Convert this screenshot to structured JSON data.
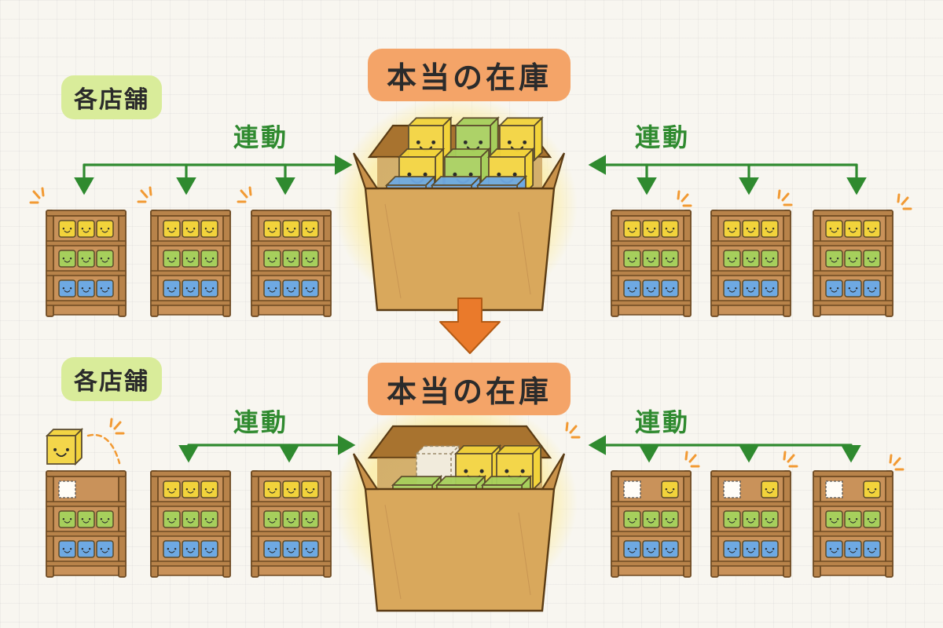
{
  "labels": {
    "top_store": "各店舗",
    "top_stock": "本当の在庫",
    "top_link_left": "連動",
    "top_link_right": "連動",
    "bottom_store": "各店舗",
    "bottom_stock": "本当の在庫",
    "bottom_link_left": "連動",
    "bottom_link_right": "連動"
  },
  "colors": {
    "green_line": "#2f8a2f",
    "orange_arrow": "#ea7a2b",
    "block_yellow": "#f2d33b",
    "block_green": "#a6cf5c",
    "block_blue": "#6ea9e3",
    "block_empty": "#f1ebdc",
    "cardboard": "#d9a85c",
    "cardboard_dark": "#a8732f",
    "shelf_wood": "#b8834a",
    "shelf_back": "#c9925a",
    "glow": "#fbeeb1"
  },
  "icons": [
    "block-face-icon",
    "sparkle-icon",
    "down-arrow-icon",
    "shelf-icon",
    "box-icon"
  ]
}
